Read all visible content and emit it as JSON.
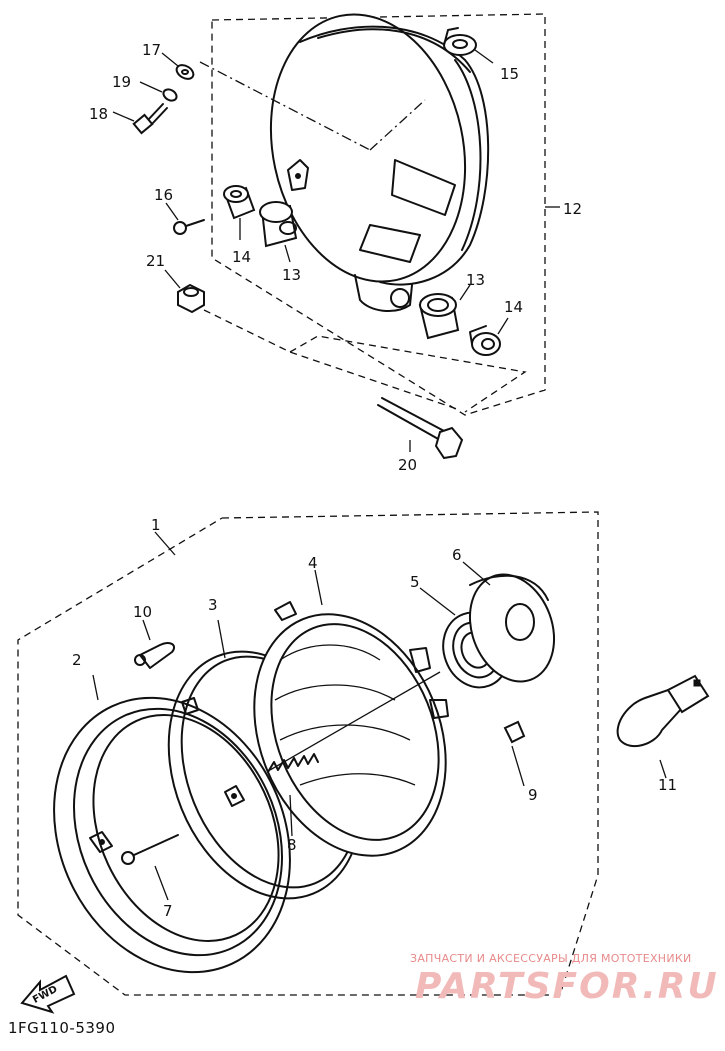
{
  "labels": {
    "p1": "1",
    "p2": "2",
    "p3": "3",
    "p4": "4",
    "p5": "5",
    "p6": "6",
    "p7": "7",
    "p8": "8",
    "p9": "9",
    "p10": "10",
    "p11": "11",
    "p12": "12",
    "p13a": "13",
    "p13b": "13",
    "p14a": "14",
    "p14b": "14",
    "p15": "15",
    "p16": "16",
    "p17": "17",
    "p18": "18",
    "p19": "19",
    "p20": "20",
    "p21": "21"
  },
  "fwd_label": "FWD",
  "drawing_code": "1FG110-5390",
  "watermark": {
    "tagline": "ЗАПЧАСТИ И АКСЕССУАРЫ ДЛЯ МОТОТЕХНИКИ",
    "logo": "PARTSFOR.RU"
  }
}
